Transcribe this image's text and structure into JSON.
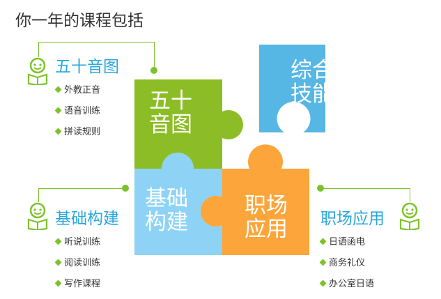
{
  "title": "你一年的课程包括",
  "colors": {
    "green": "#8cbd27",
    "blue": "#56b6e4",
    "lightblue": "#8ed3f5",
    "orange": "#fca53a",
    "accent": "#7cc22a",
    "title_blue": "#2aa7dd"
  },
  "sections": [
    {
      "title": "五十音图",
      "items": [
        "外教正音",
        "语音训练",
        "拼读规则"
      ]
    },
    {
      "title": "基础构建",
      "items": [
        "听说训练",
        "阅读训练",
        "写作课程"
      ]
    },
    {
      "title": "职场应用",
      "items": [
        "日语函电",
        "商务礼仪",
        "办公室日语"
      ]
    }
  ],
  "puzzle": {
    "green": [
      "五十",
      "音图"
    ],
    "blue": [
      "综合",
      "技能"
    ],
    "lightblue": [
      "基础",
      "构建"
    ],
    "orange": [
      "职场",
      "应用"
    ]
  }
}
